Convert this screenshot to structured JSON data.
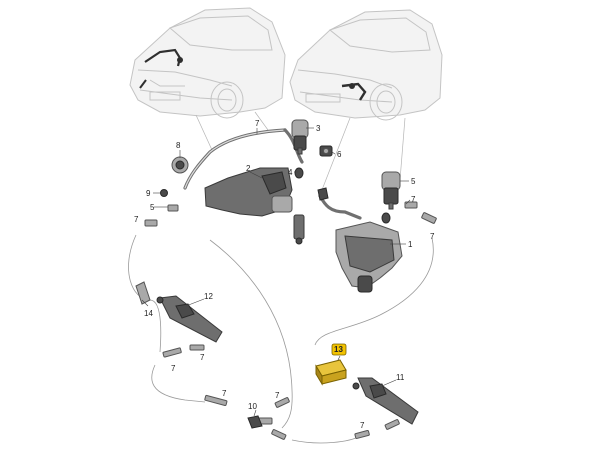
{
  "callouts": {
    "c1": "1",
    "c2": "2",
    "c3": "3",
    "c4": "4",
    "c5": "5",
    "c5b": "5",
    "c6": "6",
    "c7a": "7",
    "c7b": "7",
    "c7c": "7",
    "c7d": "7",
    "c7e": "7",
    "c7f": "7",
    "c7g": "7",
    "c7h": "7",
    "c7i": "7",
    "c8": "8",
    "c9": "9",
    "c10": "10",
    "c11": "11",
    "c12": "12",
    "c13": "13",
    "c14": "14"
  },
  "colors": {
    "highlight": "#f2c200",
    "highlight_border": "#7a6200"
  }
}
